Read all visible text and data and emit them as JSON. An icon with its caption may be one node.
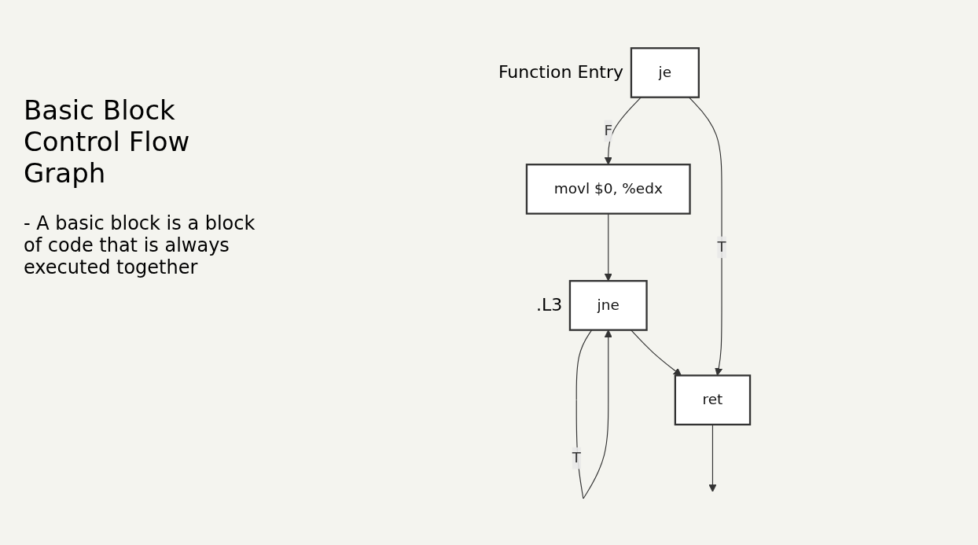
{
  "diagram": {
    "title": "Basic Block Control Flow Graph",
    "nodes": [
      {
        "text": [
          "je"
        ],
        "beside": [
          "Function Entry"
        ]
      },
      {
        "text": [
          "movl $0, %edx"
        ]
      },
      {
        "text": [
          "jne"
        ],
        "beside": [
          ".L3"
        ]
      },
      {
        "text": [
          "ret"
        ]
      }
    ],
    "edges": [
      {
        "from": 0,
        "to": 1,
        "arrow": "to",
        "label": "F"
      },
      {
        "from": 1,
        "to": 2,
        "arrow": "to"
      },
      {
        "from": 2,
        "to": 2,
        "arrow": "to",
        "label": "T"
      },
      {
        "from": 2,
        "to": 3,
        "arrow": "to"
      },
      {
        "from": 0,
        "to": 3,
        "arrow": "to",
        "label": "T"
      },
      {
        "from": 3,
        "to": null,
        "arrow": "to"
      }
    ],
    "labels": [
      "- A basic block is a block of code that is always executed together"
    ]
  }
}
